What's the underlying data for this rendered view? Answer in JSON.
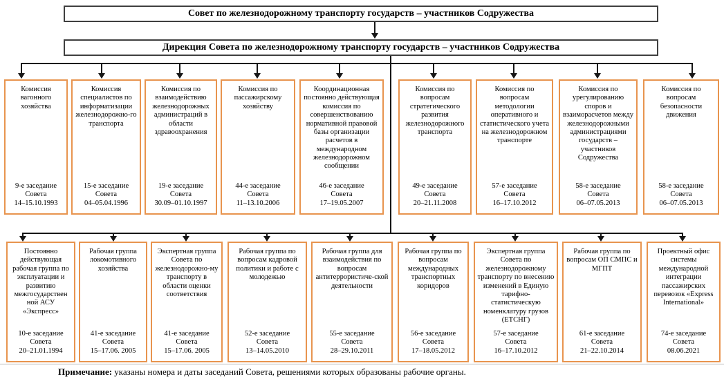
{
  "header": {
    "council": "Совет по железнодорожному транспорту государств – участников Содружества",
    "directorate": "Дирекция Совета по железнодорожному транспорту государств – участников Содружества"
  },
  "commissions": [
    {
      "title": "Комиссия вагонного хозяйства",
      "session": "9-е заседание\nСовета\n14–15.10.1993"
    },
    {
      "title": "Комиссия специалистов по информатизации железнодорожно-го транспорта",
      "session": "15-е заседание\nСовета\n04–05.04.1996"
    },
    {
      "title": "Комиссия по взаимодействию железнодорожных администраций в области здравоохранения",
      "session": "19-е заседание\nСовета\n30.09–01.10.1997"
    },
    {
      "title": "Комиссия по пассажирскому хозяйству",
      "session": "44-е заседание\nСовета\n11–13.10.2006"
    },
    {
      "title": "Координационная постоянно действующая комиссия по совершенствованию нормативной правовой базы организации расчетов в международном железнодорожном сообщении",
      "session": "46-е заседание\nСовета\n17–19.05.2007"
    },
    {
      "title": "Комиссия по вопросам стратегического развития железнодорожного транспорта",
      "session": "49-е заседание\nСовета\n20–21.11.2008"
    },
    {
      "title": "Комиссия по вопросам методологии оперативного и статистического учета на железнодорожном транспорте",
      "session": "57-е заседание\nСовета\n16–17.10.2012"
    },
    {
      "title": "Комиссия по урегулированию споров и взаиморасчетов между железнодорожными администрациями государств – участников Содружества",
      "session": "58-е заседание\nСовета\n06–07.05.2013"
    },
    {
      "title": "Комиссия по вопросам безопасности движения",
      "session": "58-е заседание\nСовета\n06–07.05.2013"
    }
  ],
  "working_groups": [
    {
      "title": "Постоянно действующая рабочая группа по эксплуатации и развитию межгосударствен ной АСУ «Экспресс»",
      "session": "10-е заседание\nСовета\n20–21.01.1994"
    },
    {
      "title": "Рабочая группа локомотивного хозяйства",
      "session": "41-е заседание\nСовета\n15–17.06. 2005"
    },
    {
      "title": "Экспертная группа Совета по железнодорожно-му транспорту в области оценки соответствия",
      "session": "41-е заседание\nСовета\n15–17.06. 2005"
    },
    {
      "title": "Рабочая группа по вопросам кадровой политики и работе с молодежью",
      "session": "52-е заседание\nСовета\n13–14.05.2010"
    },
    {
      "title": "Рабочая группа для взаимодействия по вопросам антитеррористиче-ской деятельности",
      "session": "55-е заседание\nСовета\n28–29.10.2011"
    },
    {
      "title": "Рабочая группа по вопросам международных транспортных коридоров",
      "session": "56-е заседание\nСовета\n17–18.05.2012"
    },
    {
      "title": "Экспертная группа Совета по железнодорожному транспорту по внесению изменений в Единую тарифно-статистическую номенклатуру грузов (ЕТСНГ)",
      "session": "57-е заседание\nСовета\n16–17.10.2012"
    },
    {
      "title": "Рабочая группа по вопросам ОП СМПС и МГПТ",
      "session": "61-е заседание\nСовета\n21–22.10.2014"
    },
    {
      "title": "Проектный офис системы международной интеграции пассажирских перевозок «Express International»",
      "session": "74-е заседание\nСовета\n08.06.2021"
    }
  ],
  "note": {
    "label": "Примечание:",
    "text": " указаны номера и даты заседаний Совета, решениями которых образованы рабочие органы."
  },
  "colors": {
    "box_border": "#E8944E",
    "line": "#161616"
  }
}
